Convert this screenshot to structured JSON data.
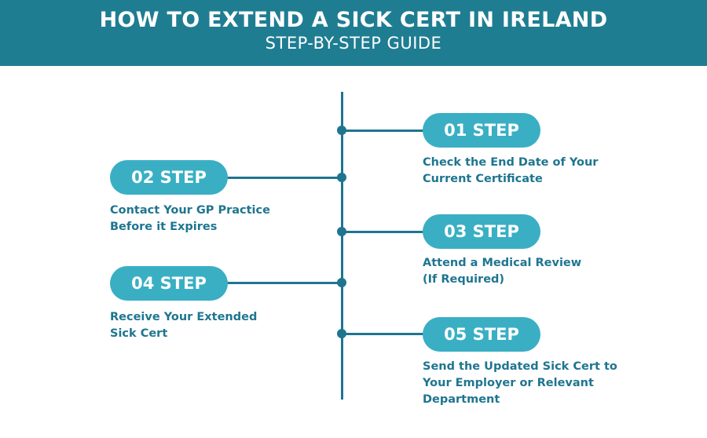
{
  "header": {
    "title": "HOW TO EXTEND A SICK CERT IN IRELAND",
    "subtitle": "STEP-BY-STEP GUIDE"
  },
  "steps": [
    {
      "label": "01 STEP",
      "lines": [
        "Check the End Date of Your",
        "Current Certificate"
      ]
    },
    {
      "label": "02 STEP",
      "lines": [
        "Contact Your GP Practice",
        "Before it Expires"
      ]
    },
    {
      "label": "03 STEP",
      "lines": [
        "Attend a Medical Review",
        "(If Required)"
      ]
    },
    {
      "label": "04 STEP",
      "lines": [
        "Receive Your Extended",
        "Sick Cert"
      ]
    },
    {
      "label": "05 STEP",
      "lines": [
        "Send the Updated Sick Cert to",
        "Your Employer or Relevant",
        "Department"
      ]
    }
  ],
  "colors": {
    "header": "#1f7d92",
    "pill": "#3aafc4",
    "text": "#1f7590"
  }
}
